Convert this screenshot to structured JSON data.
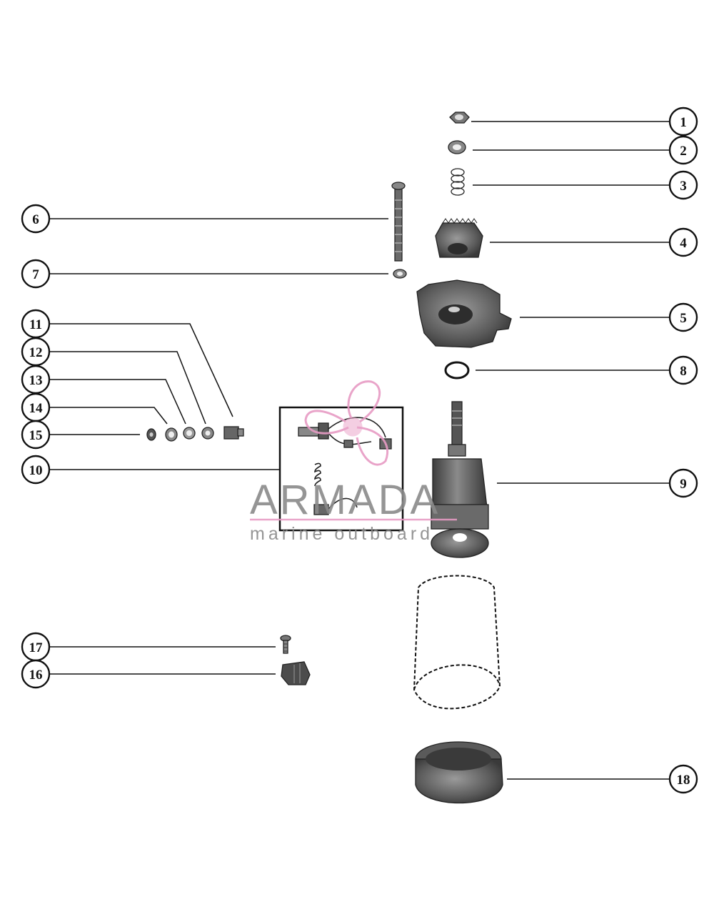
{
  "callouts": {
    "c1": "1",
    "c2": "2",
    "c3": "3",
    "c4": "4",
    "c5": "5",
    "c6": "6",
    "c7": "7",
    "c8": "8",
    "c9": "9",
    "c10": "10",
    "c11": "11",
    "c12": "12",
    "c13": "13",
    "c14": "14",
    "c15": "15",
    "c16": "16",
    "c17": "17",
    "c18": "18"
  },
  "watermark": {
    "title": "ARMADA",
    "subtitle": "marine outboard",
    "title_color": "#8f8f8f",
    "accent_color": "#e79bc4"
  }
}
